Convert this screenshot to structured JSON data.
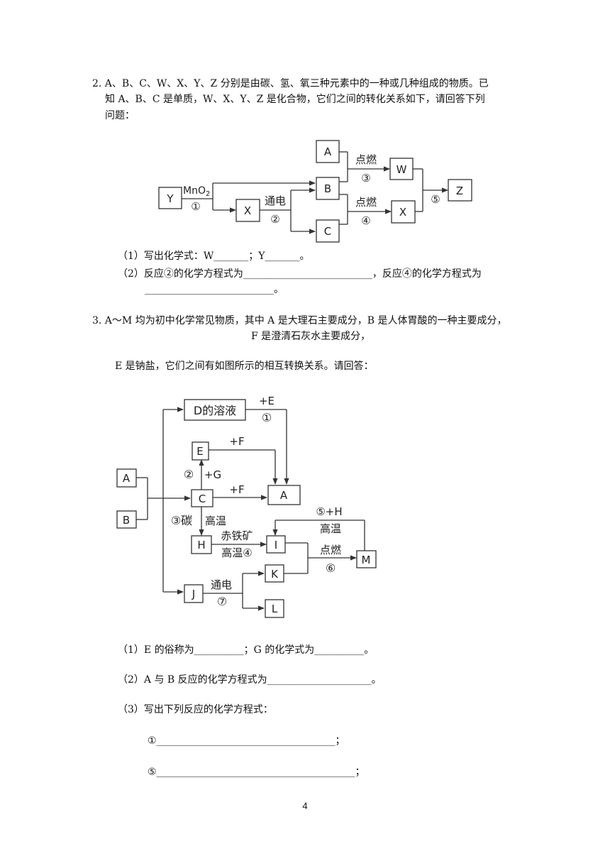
{
  "q2": {
    "line1": "2. A、B、C、W、X、Y、Z 分别是由碳、氢、氧三种元素中的一种或几种组成的物质。已",
    "line2": "知 A、B、C 是单质，W、X、Y、Z 是化合物，它们之间的转化关系如下，请回答下列",
    "line3": "问题：",
    "diagram": {
      "box_y": "Y",
      "box_x1": "X",
      "box_a": "A",
      "box_b": "B",
      "box_c": "C",
      "box_w": "W",
      "box_x2": "X",
      "box_z": "Z",
      "lbl_mno2_main": "MnO",
      "lbl_mno2_sub": "2",
      "lbl_1": "①",
      "lbl_tongdian": "通电",
      "lbl_2": "②",
      "lbl_dianran1": "点燃",
      "lbl_3": "③",
      "lbl_dianran2": "点燃",
      "lbl_4": "④",
      "lbl_5": "⑤"
    },
    "sub1": "（1）写出化学式：W_______；Y_______。",
    "sub2a": "（2）反应②的化学方程式为__________________________，反应④的化学方程式为",
    "sub2b": "__________________________。"
  },
  "q3": {
    "line1": "3. A～M 均为初中化学常见物质，其中 A 是大理石主要成分，B 是人体胃酸的一种主要成分，",
    "line2": "F 是澄清石灰水主要成分，",
    "line3": "E 是钠盐，它们之间有如图所示的相互转换关系。请回答：",
    "diagram": {
      "box_d": "D的溶液",
      "box_e": "E",
      "box_c": "C",
      "box_a_left": "A",
      "box_b": "B",
      "box_a_right": "A",
      "box_h": "H",
      "box_i": "I",
      "box_m": "M",
      "box_j": "J",
      "box_k": "K",
      "box_l": "L",
      "lbl_pe": "+E",
      "lbl_1": "①",
      "lbl_pf1": "+F",
      "lbl_2": "②",
      "lbl_pg": "+G",
      "lbl_pf2": "+F",
      "lbl_3tan": "③碳",
      "lbl_gaowen1": "高温",
      "lbl_5h": "⑤+H",
      "lbl_gaowen2": "高温",
      "lbl_chitiekuang": "赤铁矿",
      "lbl_gaowen4": "高温④",
      "lbl_dianran": "点燃",
      "lbl_6": "⑥",
      "lbl_tongdian": "通电",
      "lbl_7": "⑦"
    },
    "sub1": "（1）E 的俗称为__________；G 的化学式为__________。",
    "sub2": "（2）A 与 B 反应的化学方程式为_____________________。",
    "sub3": "（3）写出下列反应的化学方程式：",
    "eq1": "①____________________________________；",
    "eq5": "⑤________________________________________；"
  },
  "page_number": "4"
}
